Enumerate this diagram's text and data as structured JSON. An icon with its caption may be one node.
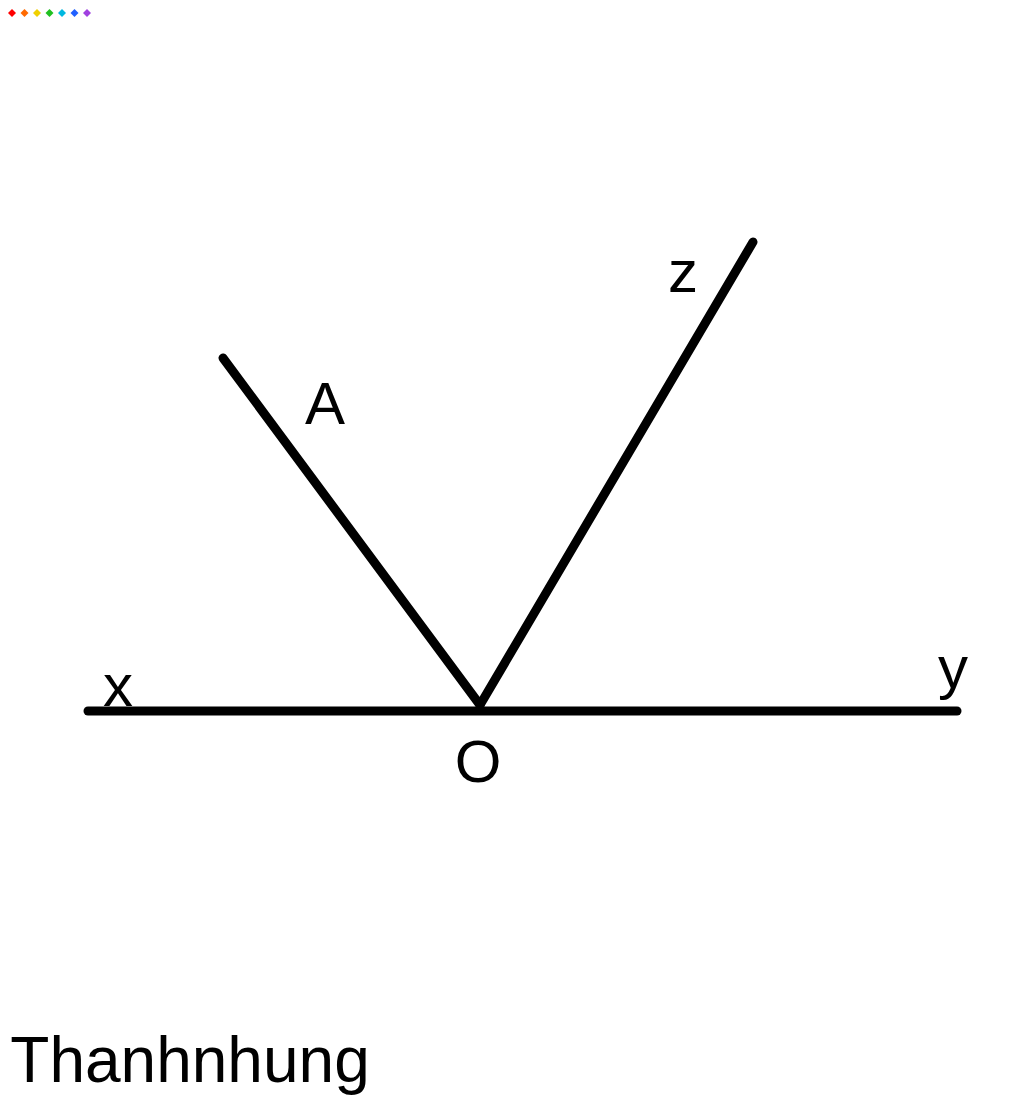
{
  "diagram": {
    "labels": [
      "z",
      "A",
      "y",
      "x",
      "O",
      "Thanhnhung"
    ]
  }
}
